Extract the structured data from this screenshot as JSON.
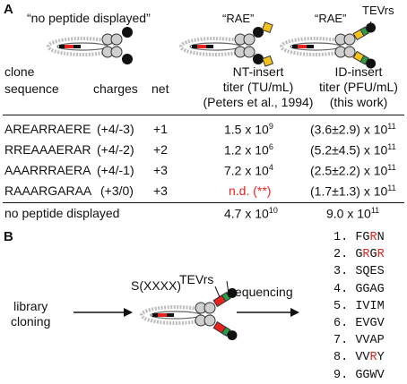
{
  "panel_a": {
    "label": "A",
    "diagram_labels": {
      "no_peptide": "“no peptide displayed”",
      "rae_nt": "“RAE”",
      "rae_id": "“RAE”",
      "tevrs": "TEVrs"
    },
    "headers": {
      "clone_line1": "clone",
      "clone_line2": "sequence",
      "charges": "charges",
      "net": "net",
      "nt_line1": "NT-insert",
      "nt_line2": "titer (TU/mL)",
      "nt_line3": "(Peters et al., 1994)",
      "id_line1": "ID-insert",
      "id_line2": "titer (PFU/mL)",
      "id_line3": "(this work)"
    },
    "rows": [
      {
        "seq": "AREARRAERE",
        "charges": "(+4/-3)",
        "net": "+1",
        "nt_base": "1.5 x 10",
        "nt_exp": "9",
        "id_base": "(3.6±2.9) x 10",
        "id_exp": "11"
      },
      {
        "seq": "RREAAAERAR",
        "charges": "(+4/-2)",
        "net": "+2",
        "nt_base": "1.2 x 10",
        "nt_exp": "6",
        "id_base": "(5.2±4.5) x 10",
        "id_exp": "11"
      },
      {
        "seq": "AAARRRAERA",
        "charges": "(+4/-1)",
        "net": "+3",
        "nt_base": "7.2 x 10",
        "nt_exp": "4",
        "id_base": "(2.5±2.2) x 10",
        "id_exp": "11"
      },
      {
        "seq": "RAAARGARAA",
        "charges": "(+3/0)",
        "net": "+3",
        "nt_text": "n.d. (**)",
        "id_base": "(1.7±1.3) x 10",
        "id_exp": "11"
      }
    ],
    "footer": {
      "label": "no peptide displayed",
      "nt_base": "4.7 x 10",
      "nt_exp": "10",
      "id_base": "9.0 x 10",
      "id_exp": "11"
    }
  },
  "panel_b": {
    "label": "B",
    "library_cloning_line1": "library",
    "library_cloning_line2": "cloning",
    "insert_label": "S(XXXX)",
    "tevrs": "TEVrs",
    "sequencing": "sequencing",
    "sequences": [
      {
        "num": "1.",
        "parts": [
          {
            "t": "FG",
            "red": false
          },
          {
            "t": "R",
            "red": true
          },
          {
            "t": "N",
            "red": false
          }
        ]
      },
      {
        "num": "2.",
        "parts": [
          {
            "t": "G",
            "red": false
          },
          {
            "t": "R",
            "red": true
          },
          {
            "t": "G",
            "red": false
          },
          {
            "t": "R",
            "red": true
          }
        ]
      },
      {
        "num": "3.",
        "parts": [
          {
            "t": "SQES",
            "red": false
          }
        ]
      },
      {
        "num": "4.",
        "parts": [
          {
            "t": "GGAG",
            "red": false
          }
        ]
      },
      {
        "num": "5.",
        "parts": [
          {
            "t": "IVIM",
            "red": false
          }
        ]
      },
      {
        "num": "6.",
        "parts": [
          {
            "t": "EVGV",
            "red": false
          }
        ]
      },
      {
        "num": "7.",
        "parts": [
          {
            "t": "VVAP",
            "red": false
          }
        ]
      },
      {
        "num": "8.",
        "parts": [
          {
            "t": "VV",
            "red": false
          },
          {
            "t": "R",
            "red": true
          },
          {
            "t": "Y",
            "red": false
          }
        ]
      },
      {
        "num": "9.",
        "parts": [
          {
            "t": "GGWV",
            "red": false
          }
        ]
      }
    ]
  },
  "colors": {
    "red": "#e8231f",
    "yellow": "#f5c21b",
    "green": "#2e9b47",
    "gray": "#bdbdbd"
  }
}
